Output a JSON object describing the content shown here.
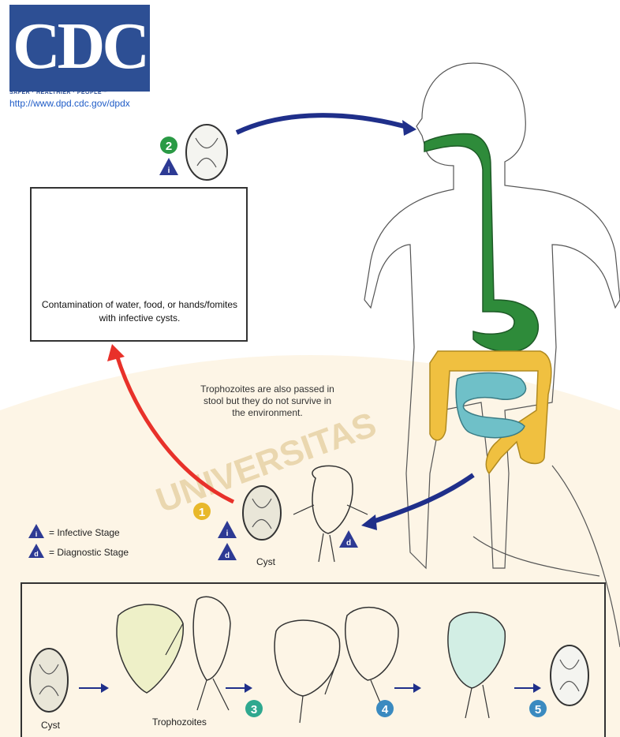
{
  "logo": {
    "letters": "CDC",
    "tagline": "SAFER · HEALTHIER · PEOPLE™",
    "url": "http://www.dpd.cdc.gov/dpdx"
  },
  "contamination_text": "Contamination of water, food, or hands/fomites with infective cysts.",
  "note_text": "Trophozoites are also passed in stool but they do not survive in the environment.",
  "legend": {
    "infective": "= Infective Stage",
    "diagnostic": "= Diagnostic Stage",
    "i_symbol": "i",
    "d_symbol": "d"
  },
  "labels": {
    "cyst_top": "Cyst",
    "cyst_bottom": "Cyst",
    "trophozoites": "Trophozoites"
  },
  "stage_numbers": [
    "1",
    "2",
    "3",
    "4",
    "5"
  ],
  "watermark": "UNIVERSITAS",
  "colors": {
    "cdc_blue": "#2d4f94",
    "arrow_blue": "#1f2f8a",
    "arrow_red": "#e8312a",
    "stage_green": "#2a9a45",
    "stage_yellow": "#e8b82a",
    "stage_teal": "#2fa88f",
    "stage_blue": "#3a8ac0",
    "gut_green": "#2e8b3a",
    "colon_yellow": "#f0c040",
    "intestine_teal": "#6fc0c8"
  }
}
